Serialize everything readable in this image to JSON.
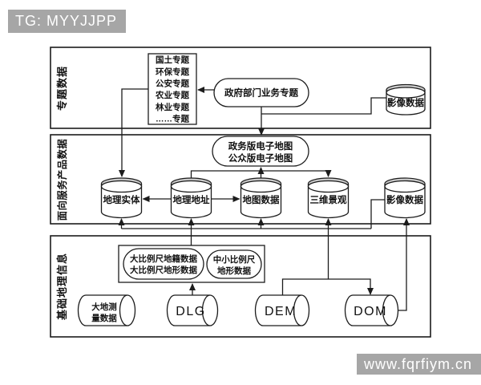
{
  "tag_bar": {
    "text": "TG: MYYJJPP"
  },
  "watermark_bar": {
    "text": "www.fqrfiym.cn"
  },
  "colors": {
    "bar_bg": "#a6a6a6",
    "bar_text": "#ffffff",
    "line": "#1c1c1c",
    "cylinder_rim": "#cbcbcb"
  },
  "sections": {
    "thematic": {
      "label": "专题数据"
    },
    "service": {
      "label": "面向服务产品数据"
    },
    "basic": {
      "label": "基础地理信息"
    }
  },
  "nodes": {
    "thematic_list": {
      "items": [
        "国土专题",
        "环保专题",
        "公安专题",
        "农业专题",
        "林业专题",
        "……专题"
      ]
    },
    "gov_business": {
      "label": "政府部门业务专题"
    },
    "image_top": {
      "label": "影像数据"
    },
    "emap": {
      "line1": "政务版电子地图",
      "line2": "公众版电子地图"
    },
    "geo_entity": {
      "label": "地理实体"
    },
    "geo_address": {
      "label": "地理地址"
    },
    "map_data": {
      "label": "地图数据"
    },
    "scene3d": {
      "label": "三维景观"
    },
    "image_mid": {
      "label": "影像数据"
    },
    "large_scale": {
      "line1": "大比例尺地籍数据",
      "line2": "大比例尺地形数据"
    },
    "mid_small_scale": {
      "line1": "中小比例尺",
      "line2": "地形数据"
    },
    "geodetic": {
      "line1": "大地测",
      "line2": "量数据"
    },
    "dlg": {
      "label": "DLG"
    },
    "dem": {
      "label": "DEM"
    },
    "dom": {
      "label": "DOM"
    }
  }
}
